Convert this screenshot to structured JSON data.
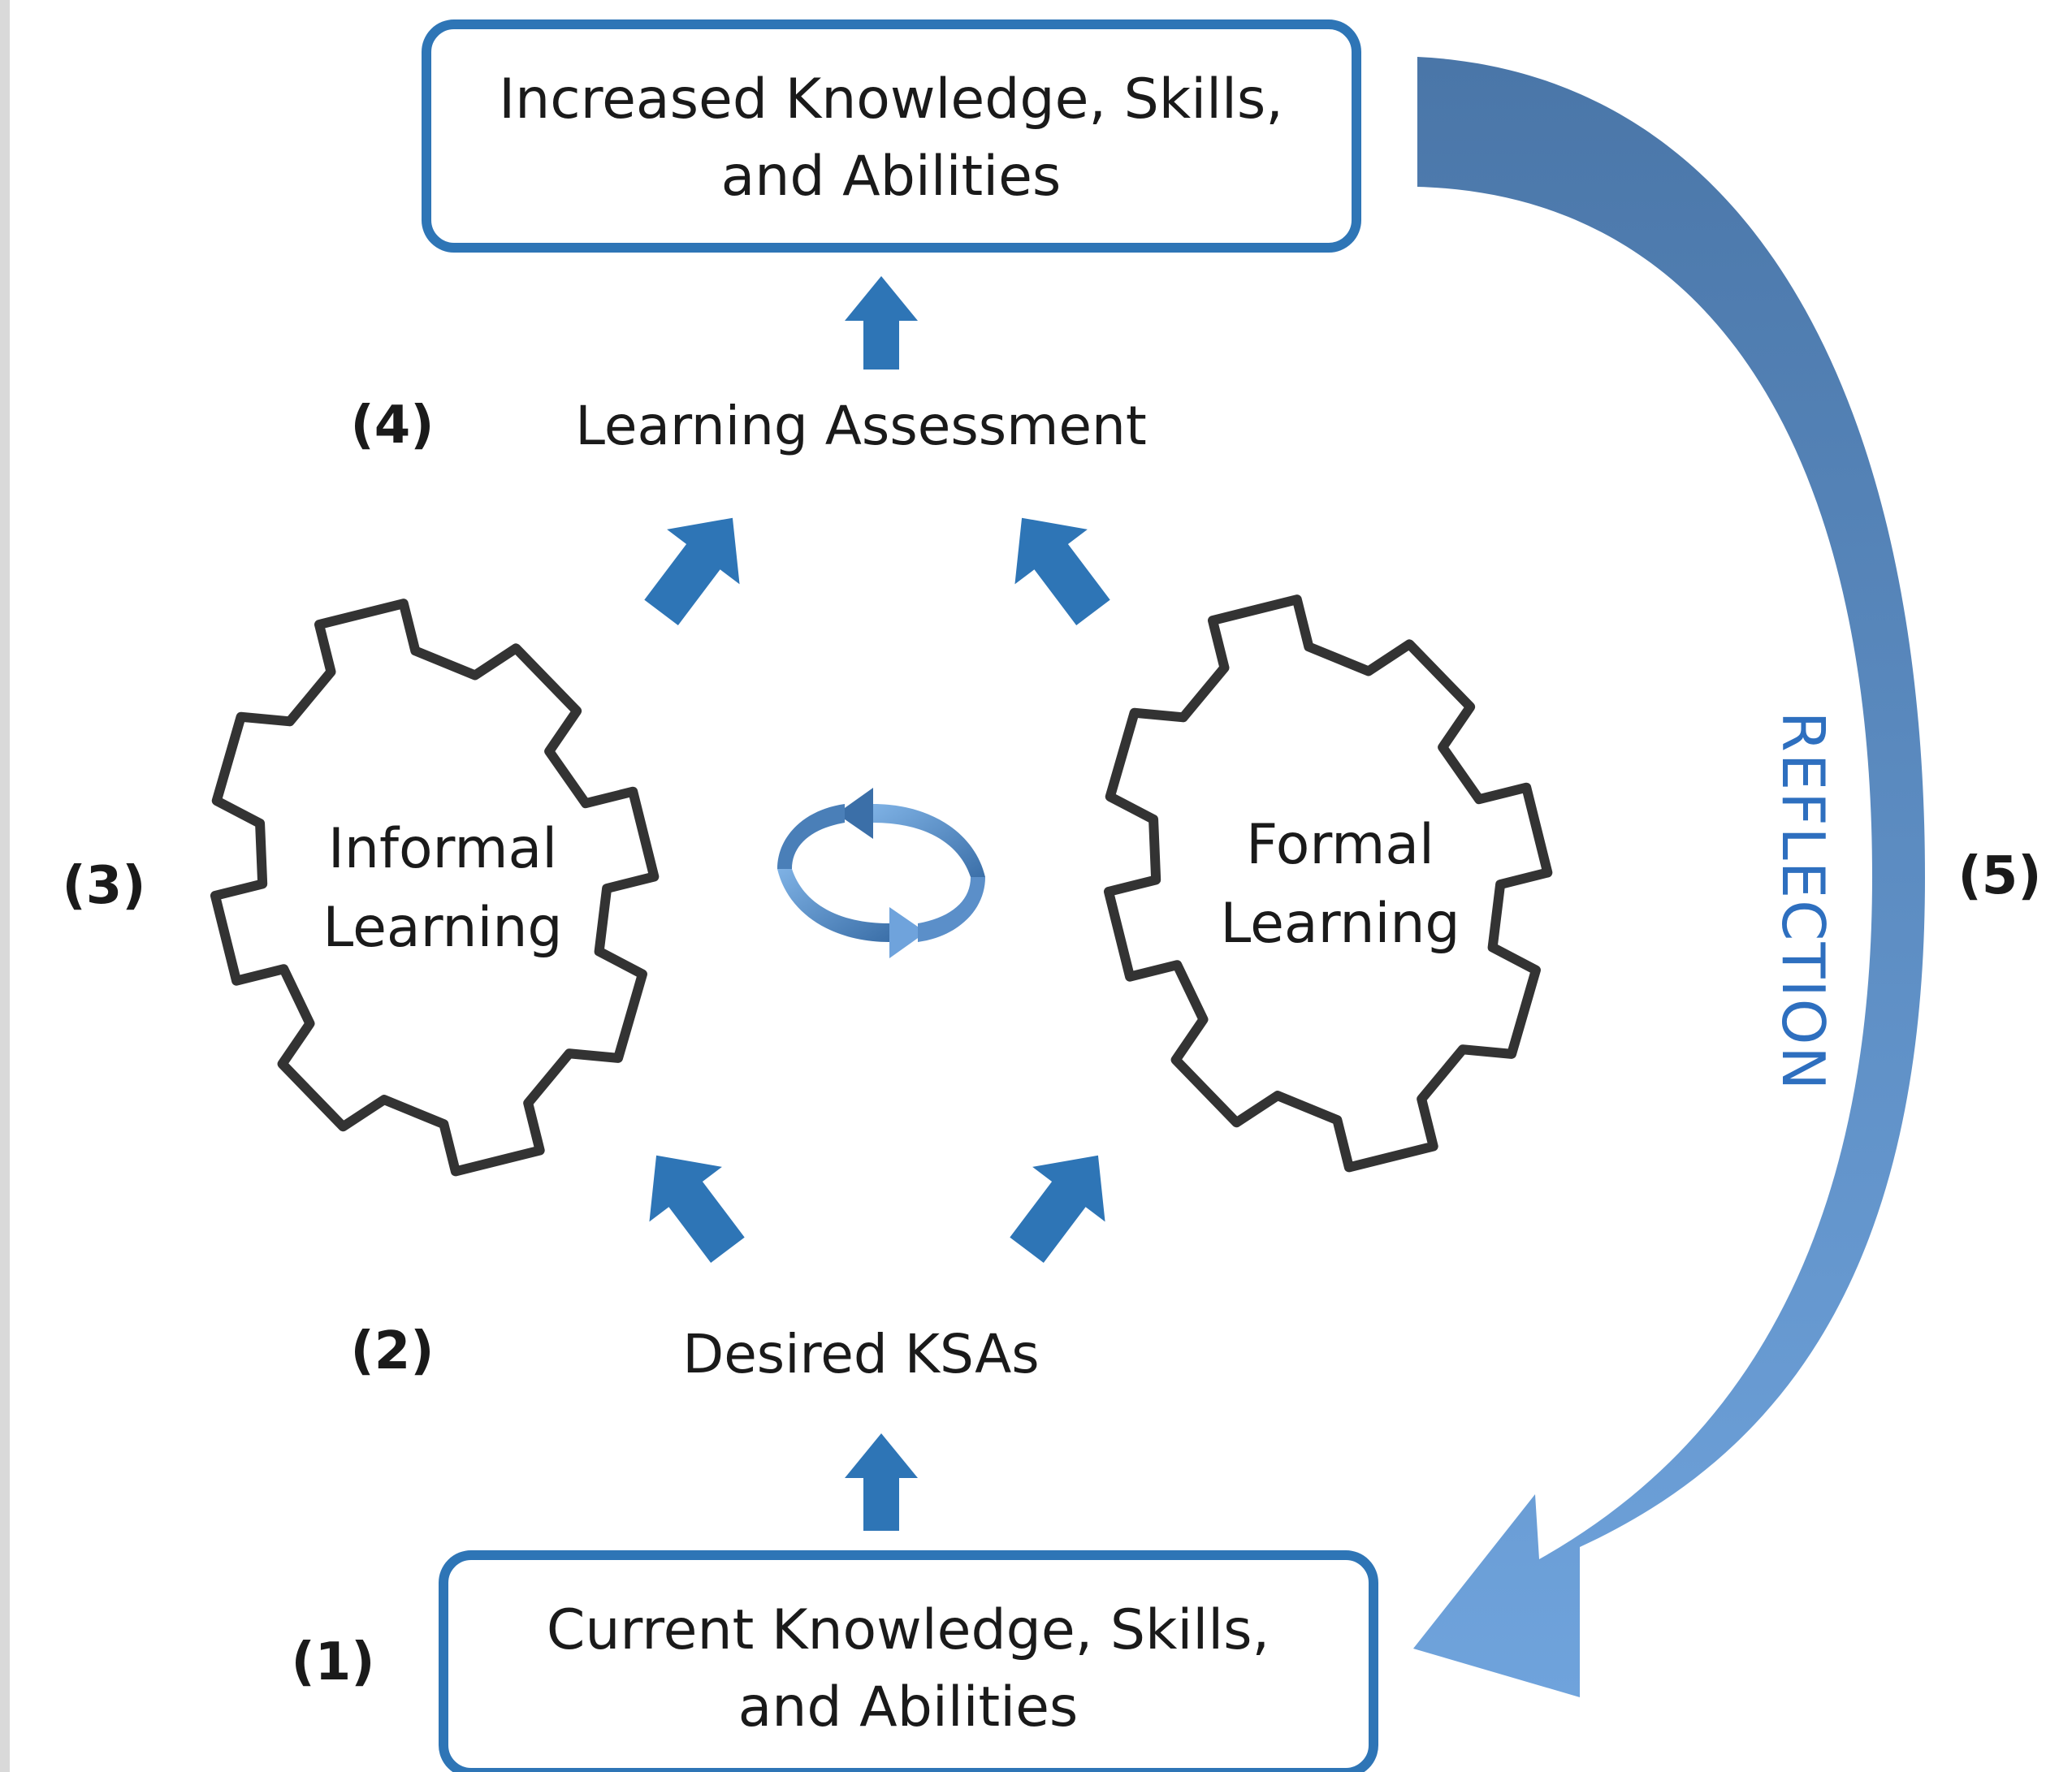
{
  "top_box": {
    "line1": "Increased Knowledge, Skills,",
    "line2": "and Abilities"
  },
  "bottom_box": {
    "line1": "Current Knowledge, Skills,",
    "line2": "and Abilities"
  },
  "learning_assessment": "Learning Assessment",
  "desired_ksas": "Desired KSAs",
  "informal_gear": {
    "line1": "Informal",
    "line2": "Learning"
  },
  "formal_gear": {
    "line1": "Formal",
    "line2": "Learning"
  },
  "reflection": "REFLECTION",
  "steps": {
    "s1": "(1)",
    "s2": "(2)",
    "s3": "(3)",
    "s4": "(4)",
    "s5": "(5)"
  },
  "colors": {
    "box_border": "#2e75b6",
    "arrow": "#2e75b6",
    "gear_stroke": "#333333",
    "reflection_top": "#4a76a8",
    "reflection_bottom": "#6fa3dc"
  },
  "icons": {
    "cycle": "refresh-cycle-icon",
    "gear": "gear-icon"
  }
}
